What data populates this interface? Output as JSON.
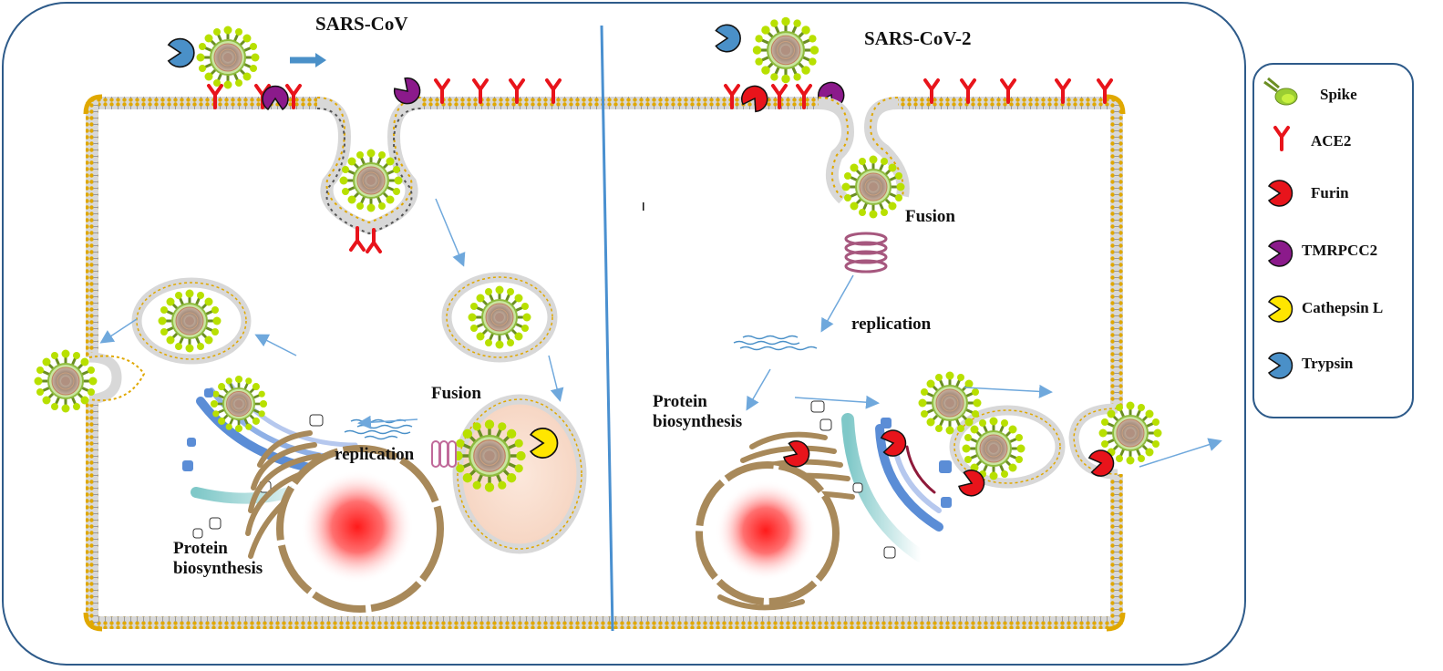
{
  "panels": {
    "left": {
      "title": "SARS-CoV",
      "fusion": "Fusion",
      "replication": "replication",
      "protein_line1": "Protein",
      "protein_line2": "biosynthesis"
    },
    "right": {
      "title": "SARS-CoV-2",
      "fusion": "Fusion",
      "replication": "replication",
      "protein_line1": "Protein",
      "protein_line2": "biosynthesis"
    }
  },
  "legend": {
    "items": [
      {
        "label": "Spike",
        "icon": "spike-icon",
        "color": "#9ACD32"
      },
      {
        "label": "ACE2",
        "icon": "ace2-icon",
        "color": "#E8141B"
      },
      {
        "label": "Furin",
        "icon": "furin-icon",
        "color": "#E8141B"
      },
      {
        "label": "TMRPCC2",
        "icon": "tmprss2-icon",
        "color": "#8B1A8B"
      },
      {
        "label": "Cathepsin L",
        "icon": "cathepsin-l-icon",
        "color": "#FFE600"
      },
      {
        "label": "Trypsin",
        "icon": "trypsin-icon",
        "color": "#4A90C8"
      }
    ]
  },
  "colors": {
    "outline": "#2E5B8A",
    "divider": "#4A90D0",
    "membrane_gold": "#D4A017",
    "arrow": "#6FA8DC",
    "nucleus": "#FF2A2A",
    "golgi_blue": "#5B8DD6",
    "er_brown": "#A8895A"
  }
}
